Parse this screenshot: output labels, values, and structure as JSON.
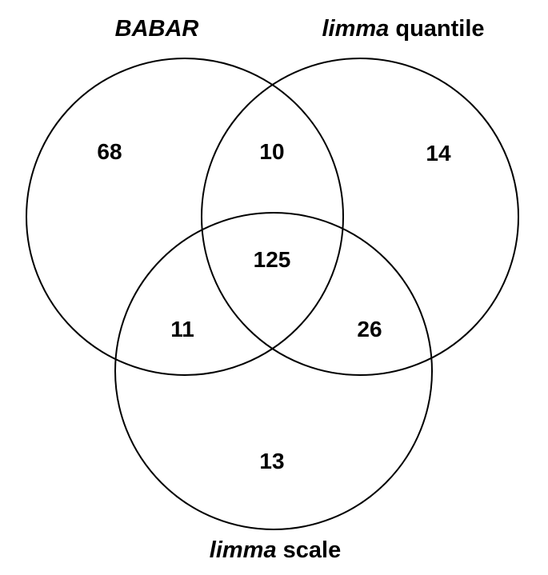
{
  "sets": {
    "babar": {
      "label_italic": "BABAR",
      "label_rest": ""
    },
    "limma_quantile": {
      "label_italic": "limma",
      "label_rest": " quantile"
    },
    "limma_scale": {
      "label_italic": "limma",
      "label_rest": " scale"
    }
  },
  "regions": {
    "babar_only": "68",
    "babar_quantile": "10",
    "quantile_only": "14",
    "all_three": "125",
    "babar_scale": "11",
    "quantile_scale": "26",
    "scale_only": "13"
  },
  "colors": {
    "stroke": "#000000",
    "text": "#000000",
    "background": "#ffffff"
  }
}
